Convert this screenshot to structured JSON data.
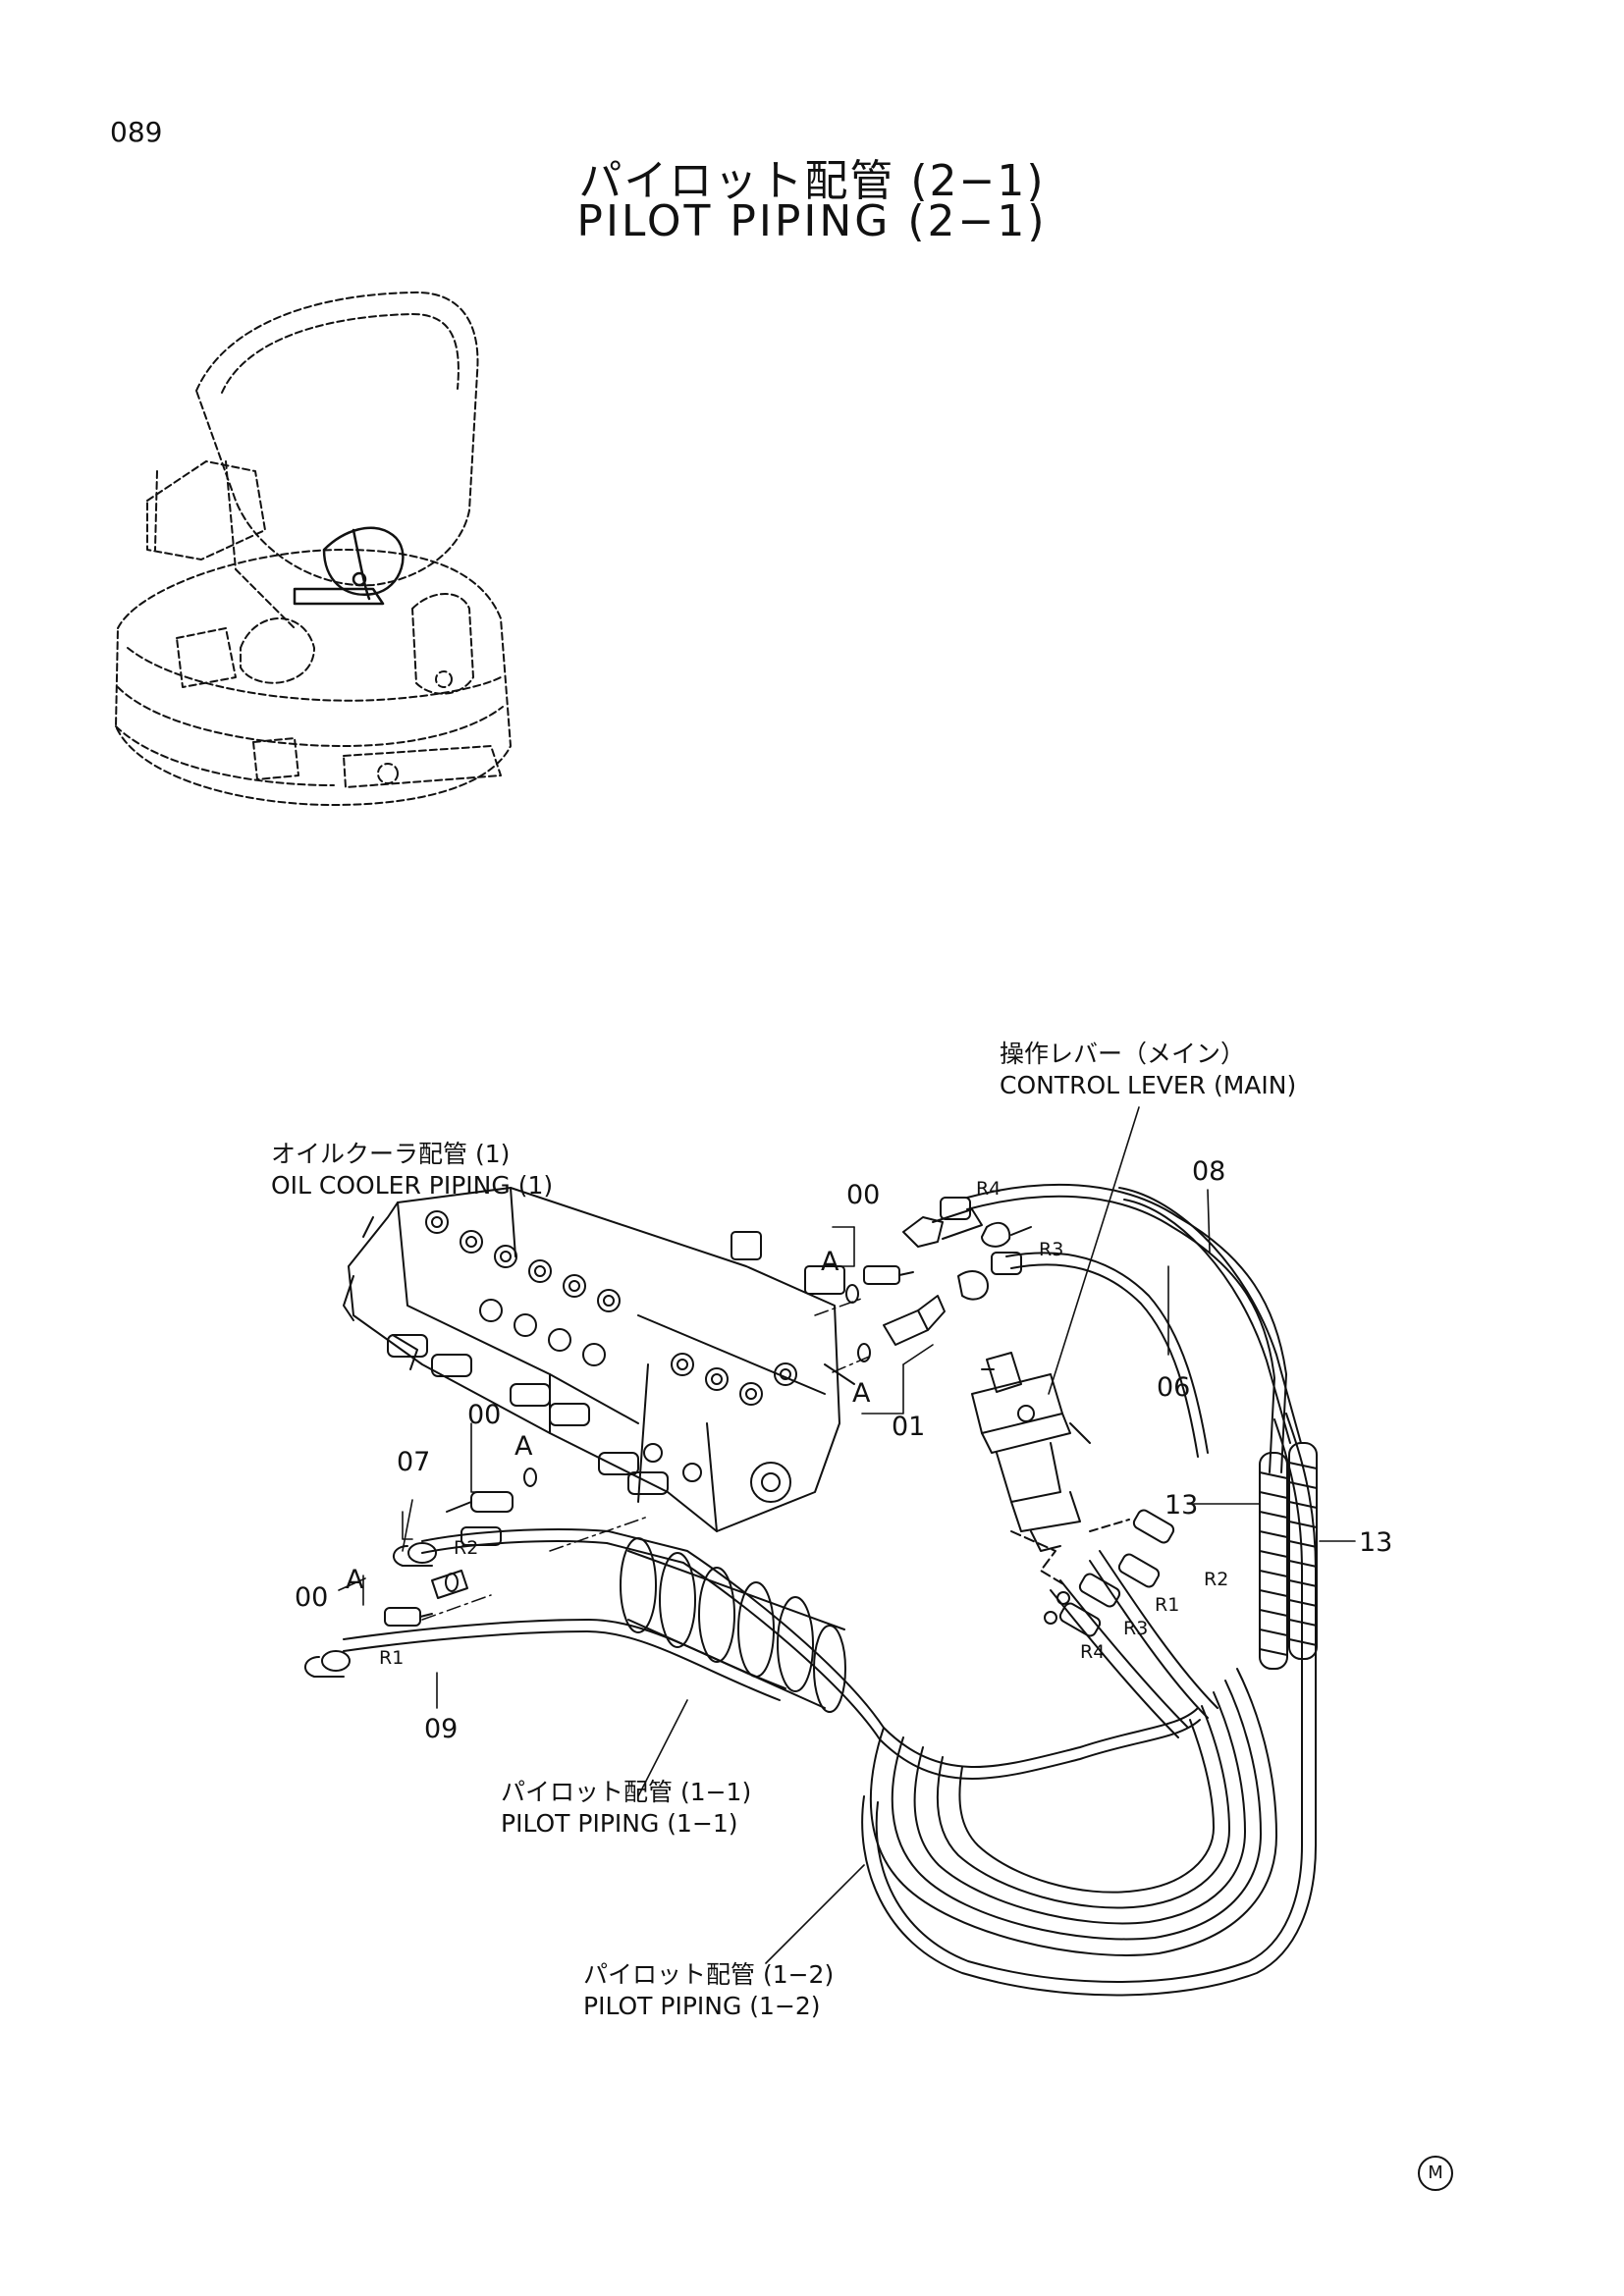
{
  "header": {
    "page_number": "089",
    "title_jp": "パイロット配管 (2−1)",
    "title_en": "PILOT PIPING (2−1)"
  },
  "labels": {
    "control_lever_jp": "操作レバー（メイン）",
    "control_lever_en": "CONTROL LEVER (MAIN)",
    "oil_cooler_jp": "オイルクーラ配管 (1)",
    "oil_cooler_en": "OIL COOLER PIPING (1)",
    "pilot_11_jp": "パイロット配管 (1−1)",
    "pilot_11_en": "PILOT PIPING (1−1)",
    "pilot_12_jp": "パイロット配管 (1−2)",
    "pilot_12_en": "PILOT PIPING (1−2)"
  },
  "part_numbers": {
    "p00_top": "00",
    "p00_mid": "00",
    "p00_left": "00",
    "p01": "01",
    "p06": "06",
    "p07": "07",
    "p08": "08",
    "p09": "09",
    "p13_left": "13",
    "p13_right": "13"
  },
  "view_markers": {
    "a_top": "A",
    "a_right": "A",
    "a_mid": "A",
    "a_left": "A"
  },
  "port_labels": {
    "r4_top": "R4",
    "r3_top": "R3",
    "r2_left": "R2",
    "r1_left": "R1",
    "r2_right": "R2",
    "r1_right": "R1",
    "r3_right": "R3",
    "r4_right": "R4"
  },
  "footer": {
    "mark": "M"
  }
}
